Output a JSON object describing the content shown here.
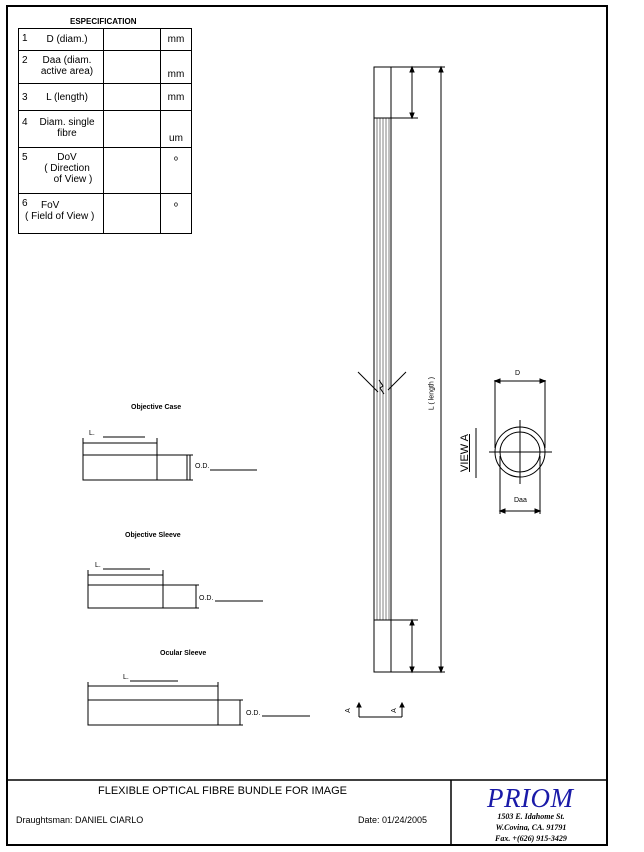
{
  "spec": {
    "title": "ESPECIFICATION",
    "rows": [
      {
        "num": "1",
        "label": "D (diam.)",
        "unit": "mm"
      },
      {
        "num": "2",
        "label_line1": "Daa (diam.",
        "label_line2": "active area)",
        "unit": "mm"
      },
      {
        "num": "3",
        "label": "L (length)",
        "unit": "mm"
      },
      {
        "num": "4",
        "label_line1": "Diam. single",
        "label_line2": "fibre",
        "unit": "um"
      },
      {
        "num": "5",
        "label_line1": "DoV",
        "label_line2": "( Direction",
        "label_line3": "of View )",
        "unit": "º"
      },
      {
        "num": "6",
        "label_line1": "FoV",
        "label_line2": "( Field of View )",
        "unit": "º"
      }
    ]
  },
  "parts": {
    "objective_case": {
      "title": "Objective Case",
      "length_label": "L.",
      "od_label": "O.D."
    },
    "objective_sleeve": {
      "title": "Objective Sleeve",
      "length_label": "L.",
      "od_label": "O.D."
    },
    "ocular_sleeve": {
      "title": "Ocular Sleeve",
      "length_label": "L.",
      "od_label": "O.D."
    }
  },
  "bundle": {
    "length_label": "L  ( length )"
  },
  "view_a": {
    "title": "VIEW  A",
    "d_label": "D",
    "daa_label": "Daa"
  },
  "section_marks": {
    "left": "A",
    "right": "A"
  },
  "title_block": {
    "title": "FLEXIBLE OPTICAL FIBRE BUNDLE FOR IMAGE",
    "draughtsman": "Draughtsman:   DANIEL  CIARLO",
    "date": "Date:  01/24/2005",
    "logo": "PRIOM",
    "address_line1": "1503 E. Idahome St.",
    "address_line2": "W.Covina, CA.  91791",
    "fax": "Fax. +(626) 915-3429"
  }
}
